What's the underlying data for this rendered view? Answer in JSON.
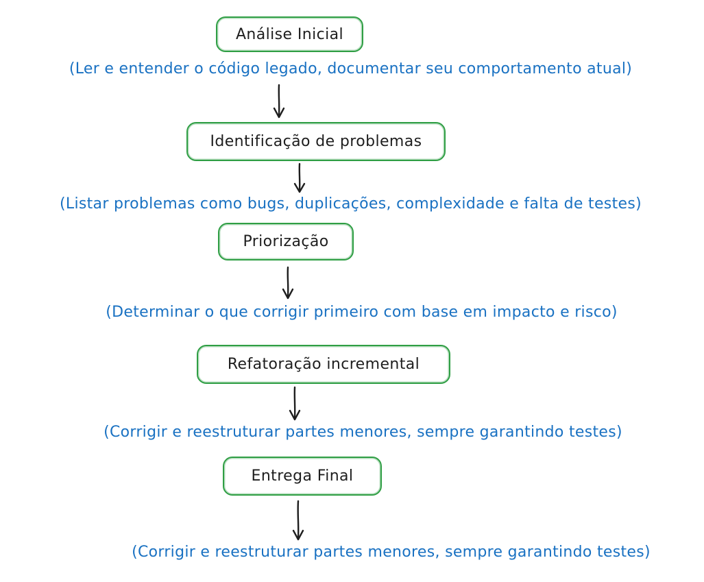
{
  "colors": {
    "background": "#ffffff",
    "node_border": "#2f9e44",
    "node_text": "#1e1e1e",
    "caption_text": "#1971c2",
    "arrow": "#1e1e1e"
  },
  "flow": {
    "nodes": [
      {
        "label": "Análise Inicial"
      },
      {
        "label": "Identificação de problemas"
      },
      {
        "label": "Priorização"
      },
      {
        "label": "Refatoração incremental"
      },
      {
        "label": "Entrega Final"
      }
    ],
    "captions": [
      "(Ler e entender o código legado, documentar seu comportamento atual)",
      "(Listar problemas como bugs, duplicações, complexidade e falta de testes)",
      "(Determinar o que corrigir primeiro com base em impacto e risco)",
      "(Corrigir e reestruturar partes menores, sempre garantindo testes)",
      "(Corrigir e reestruturar partes menores, sempre garantindo testes)"
    ]
  }
}
